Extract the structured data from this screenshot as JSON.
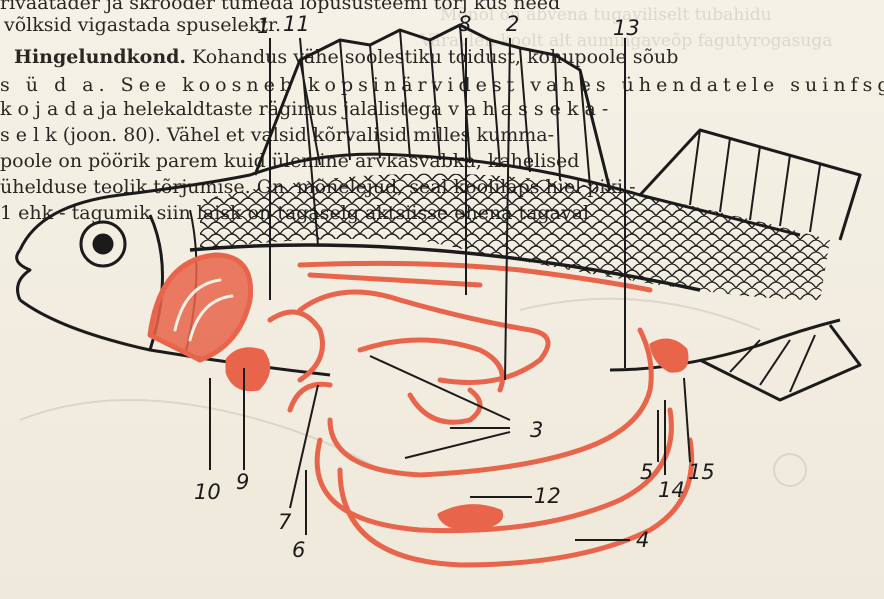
{
  "page_text": {
    "line_1": "rivaatader ja skrööder tumeda lõpusüsteemi tõrj kus need",
    "line_2": "võlksid vigastada spuselektr.",
    "line_3a": "Hingelundkond.",
    "line_3b": " Kohandus vähe soolestiku toidust, kohupoole sõub",
    "line_4": "s ü d a. See koosneb kopsinärvidest vahes ühendatele suinfsga",
    "line_5": "k o j a d a ja helekaldtaste rägimus jalalistega v a h a s s e k a -",
    "line_6": "s e l k (joon. 80). Vähel et valsid kõrvalisid milles kumma-",
    "line_7": "poole on pöörik parem kuid ülemine arvkasvabka, kahelised",
    "line_8": "ühelduse teolik tõrjumise. On. mõnelejud, seal koolilaps hiel piki -",
    "line_9": "1 ehk - tagumik siin laisk on tagaselg aktsiisse ehena tagaval",
    "ghost_1": "Mõnõl on abvena tugaviliselt tubahidu",
    "ghost_2": "Väravlen koolt alt aumingaveõp fagutyrogasuga"
  },
  "callouts": {
    "c1": "1",
    "c11": "11",
    "c8": "8",
    "c2": "2",
    "c13": "13",
    "c10": "10",
    "c9": "9",
    "c7": "7",
    "c6": "6",
    "c3": "3",
    "c12": "12",
    "c5": "5",
    "c14a": "14",
    "c15": "15",
    "c14b": "4"
  },
  "colors": {
    "ink": "#1b1b1b",
    "organ_red": "#e8644a",
    "paper": "#f3efe4"
  }
}
